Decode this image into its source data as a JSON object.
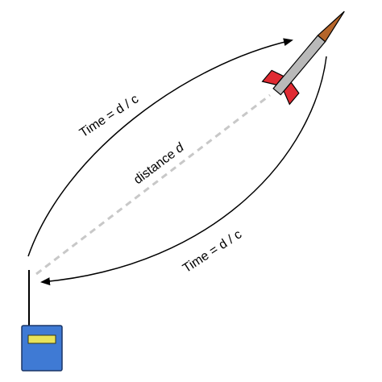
{
  "labels": {
    "time_upper": "Time = d / c",
    "time_lower": "Time = d / c",
    "distance_word": "distance ",
    "distance_var": "d"
  },
  "colors": {
    "device_body": "#3f7ad4",
    "device_screen": "#e8e35a",
    "rocket_body": "#b9b9b9",
    "rocket_fins": "#e02b33",
    "rocket_nose": "#b5652a",
    "distance_line": "#c8c8c8",
    "arcs": "#000000"
  },
  "icons": {
    "transmitter": "handheld-radio-icon",
    "target": "rocket-icon"
  }
}
